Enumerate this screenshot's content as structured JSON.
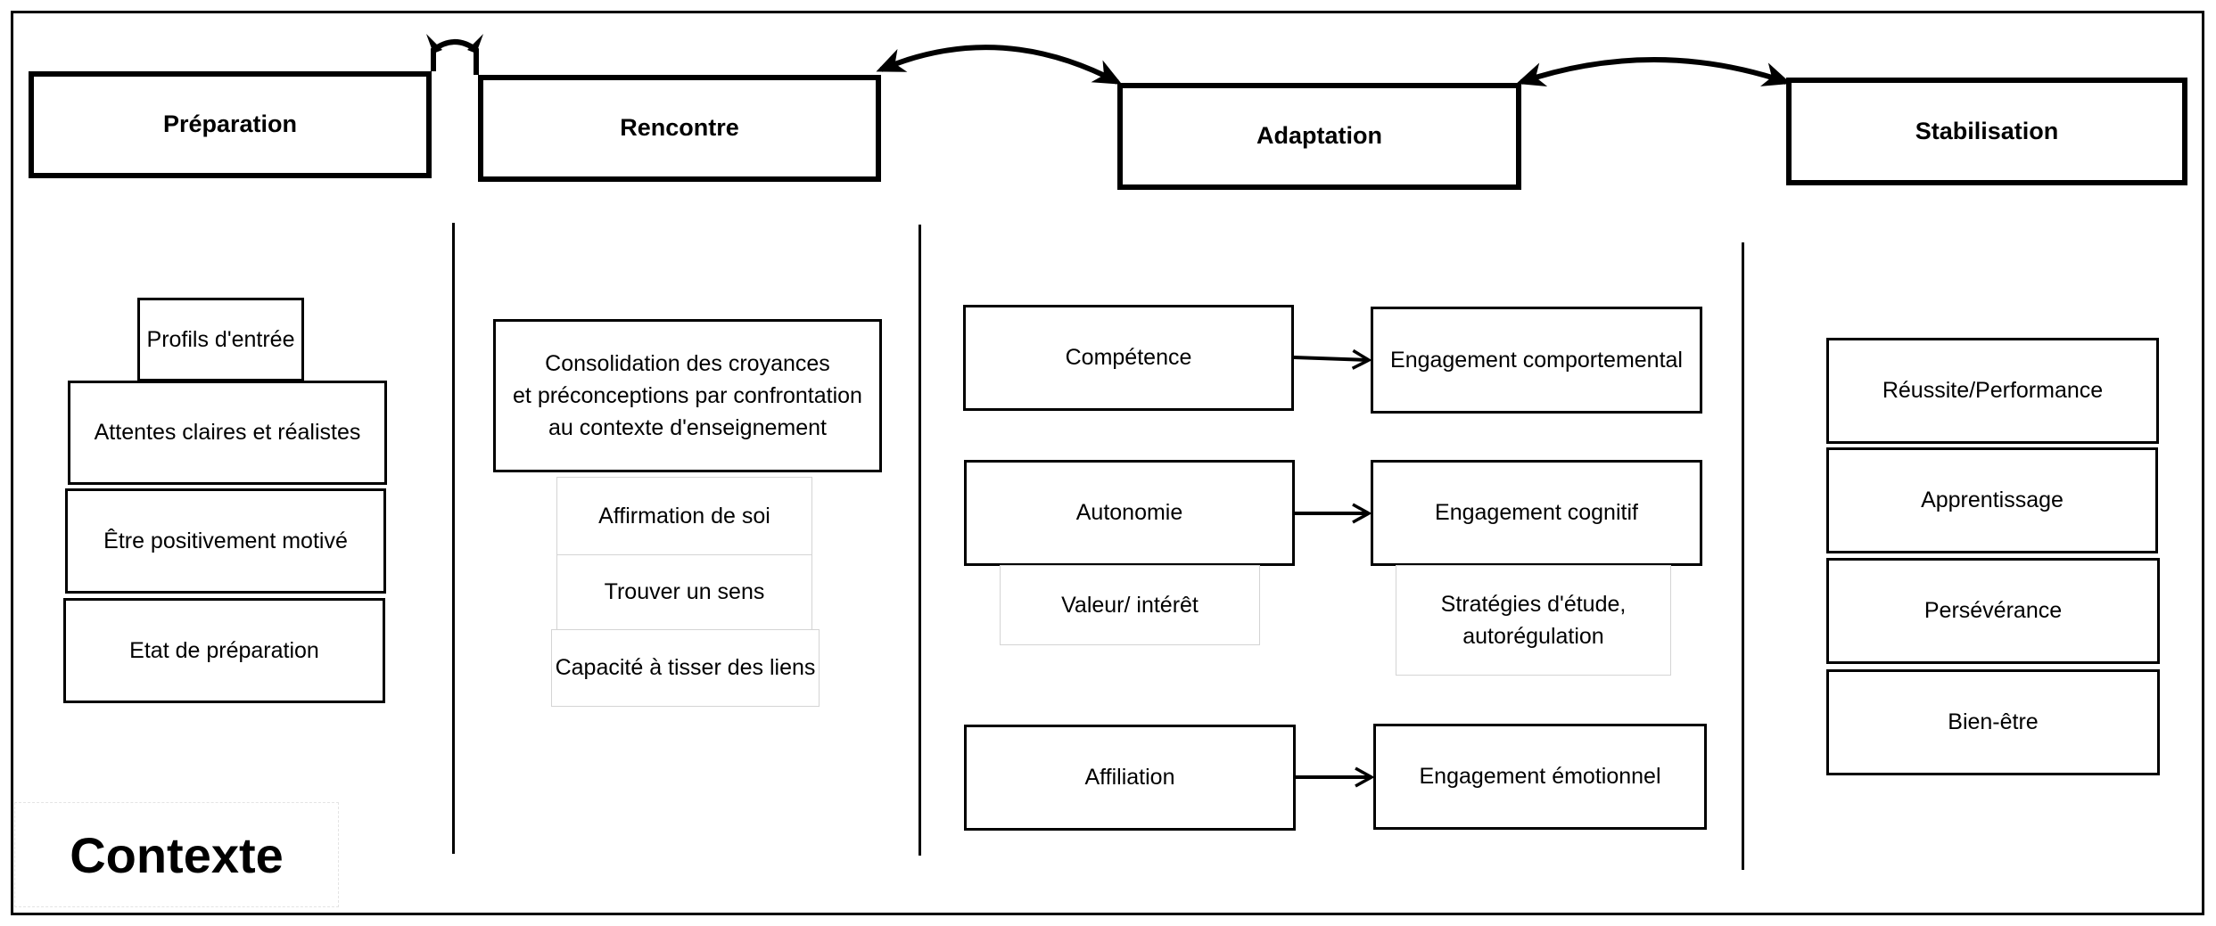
{
  "phases": {
    "preparation": "Préparation",
    "rencontre": "Rencontre",
    "adaptation": "Adaptation",
    "stabilisation": "Stabilisation"
  },
  "preparation": {
    "items": [
      "Profils d'entrée",
      "Attentes claires et réalistes",
      "Être positivement motivé",
      "Etat de préparation"
    ]
  },
  "rencontre": {
    "main": "Consolidation des croyances\net préconceptions par confrontation\nau contexte d'enseignement",
    "items": [
      "Affirmation de soi",
      "Trouver un sens",
      "Capacité à tisser des liens"
    ]
  },
  "adaptation": {
    "needs": [
      "Compétence",
      "Autonomie",
      "Affiliation"
    ],
    "engagements": [
      "Engagement comportemental",
      "Engagement cognitif",
      "Engagement émotionnel"
    ],
    "autonomie_sub": "Valeur/ intérêt",
    "cognitif_sub": "Stratégies d'étude,\nautorégulation"
  },
  "stabilisation": {
    "items": [
      "Réussite/Performance",
      "Apprentissage",
      "Persévérance",
      "Bien-être"
    ]
  },
  "contexte": "Contexte"
}
